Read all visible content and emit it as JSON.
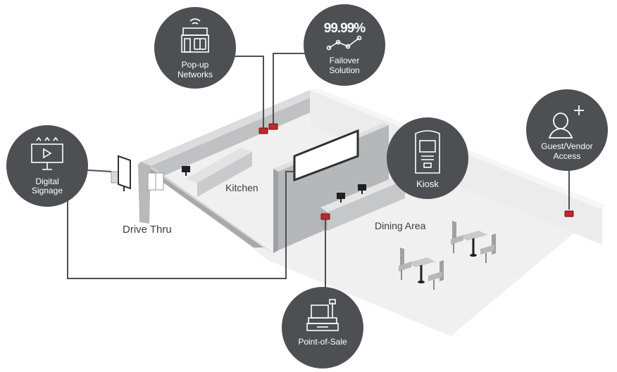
{
  "areas": {
    "drive_thru": "Drive Thru",
    "kitchen": "Kitchen",
    "dining_area": "Dining Area"
  },
  "features": [
    {
      "id": "digital-signage",
      "line1": "Digital",
      "line2": "Signage",
      "icon": "signage-icon"
    },
    {
      "id": "pop-up-networks",
      "line1": "Pop-up",
      "line2": "Networks",
      "icon": "popup-store-icon"
    },
    {
      "id": "failover-solution",
      "line1": "Failover",
      "line2": "Solution",
      "icon": "uptime-graph-icon",
      "badge": "99.99%"
    },
    {
      "id": "kiosk",
      "line1": "Kiosk",
      "icon": "kiosk-icon"
    },
    {
      "id": "guest-vendor-access",
      "line1": "Guest/Vendor",
      "line2": "Access",
      "icon": "add-user-icon"
    },
    {
      "id": "point-of-sale",
      "line1": "Point-of-Sale",
      "icon": "cash-register-icon"
    }
  ],
  "colors": {
    "circle": "#4d4f52",
    "line": "#4d4f52",
    "router": "#c0282d",
    "floor": "#f0f0f1",
    "wall_top": "#e4e4e5",
    "wall_face": "#b3b4b6"
  }
}
